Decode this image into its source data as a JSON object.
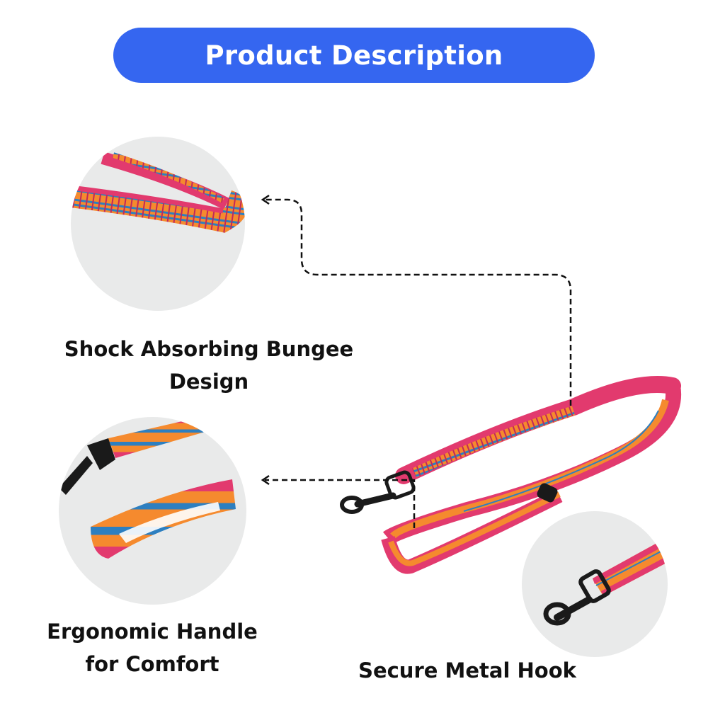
{
  "header": {
    "title": "Product Description"
  },
  "colors": {
    "banner": "#3566f0",
    "strap_pink": "#e23a6e",
    "strap_orange": "#f58a2e",
    "strap_blue": "#2d7fc0",
    "hook_black": "#1a1a1a",
    "circle_bg": "#e9eaea"
  },
  "features": [
    {
      "label_line1": "Shock Absorbing Bungee",
      "label_line2": "Design",
      "image": "bungee-closeup"
    },
    {
      "label_line1": "Ergonomic Handle",
      "label_line2": "for Comfort",
      "image": "handle-closeup"
    },
    {
      "label_line1": "Secure Metal Hook",
      "image": "hook-closeup"
    }
  ],
  "main_image": "bungee-dog-leash"
}
